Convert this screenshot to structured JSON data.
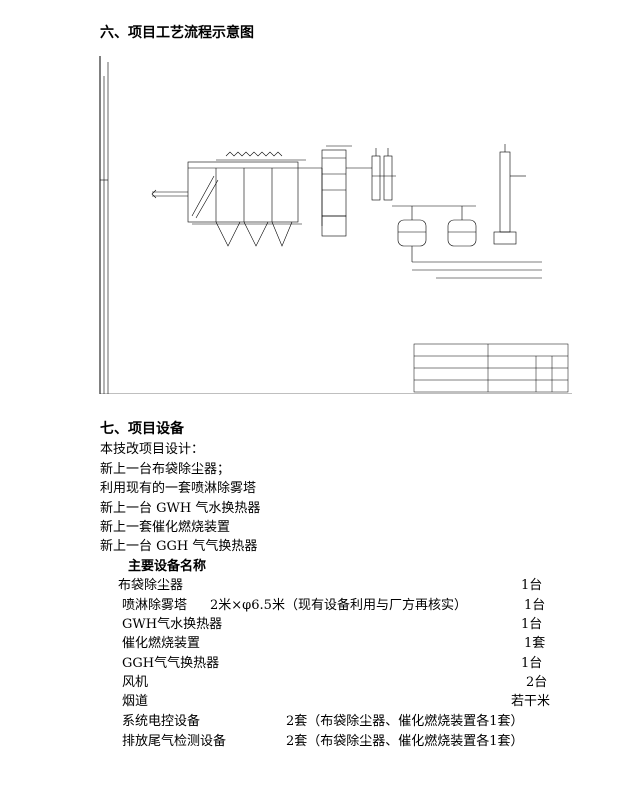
{
  "section6": {
    "title": "六、项目工艺流程示意图"
  },
  "section7": {
    "title": "七、项目设备",
    "intro": "本技改项目设计：",
    "items": [
      "新上一台布袋除尘器；",
      "利用现有的一套喷淋除雾塔",
      "新上一台 GWH 气水换热器",
      "新上一套催化燃烧装置",
      "新上一台 GGH 气气换热器"
    ],
    "equipment_header": "主要设备名称",
    "equipment": [
      {
        "name": "布袋除尘器",
        "spec": "",
        "qty": "1台"
      },
      {
        "name": "喷淋除雾塔",
        "spec": "2米×φ6.5米（现有设备利用与厂方再核实）",
        "qty": "1台"
      },
      {
        "name": "GWH气水换热器",
        "spec": "",
        "qty": "1台"
      },
      {
        "name": "催化燃烧装置",
        "spec": "",
        "qty": "1套"
      },
      {
        "name": "GGH气气换热器",
        "spec": "",
        "qty": "1台"
      },
      {
        "name": "风机",
        "spec": "",
        "qty": "2台"
      },
      {
        "name": "烟道",
        "spec": "",
        "qty": "若干米"
      },
      {
        "name": "系统电控设备",
        "spec": "",
        "qty": "2套（布袋除尘器、催化燃烧装置各1套）"
      },
      {
        "name": "排放尾气检测设备",
        "spec": "",
        "qty": "2套（布袋除尘器、催化燃烧装置各1套）"
      }
    ]
  }
}
